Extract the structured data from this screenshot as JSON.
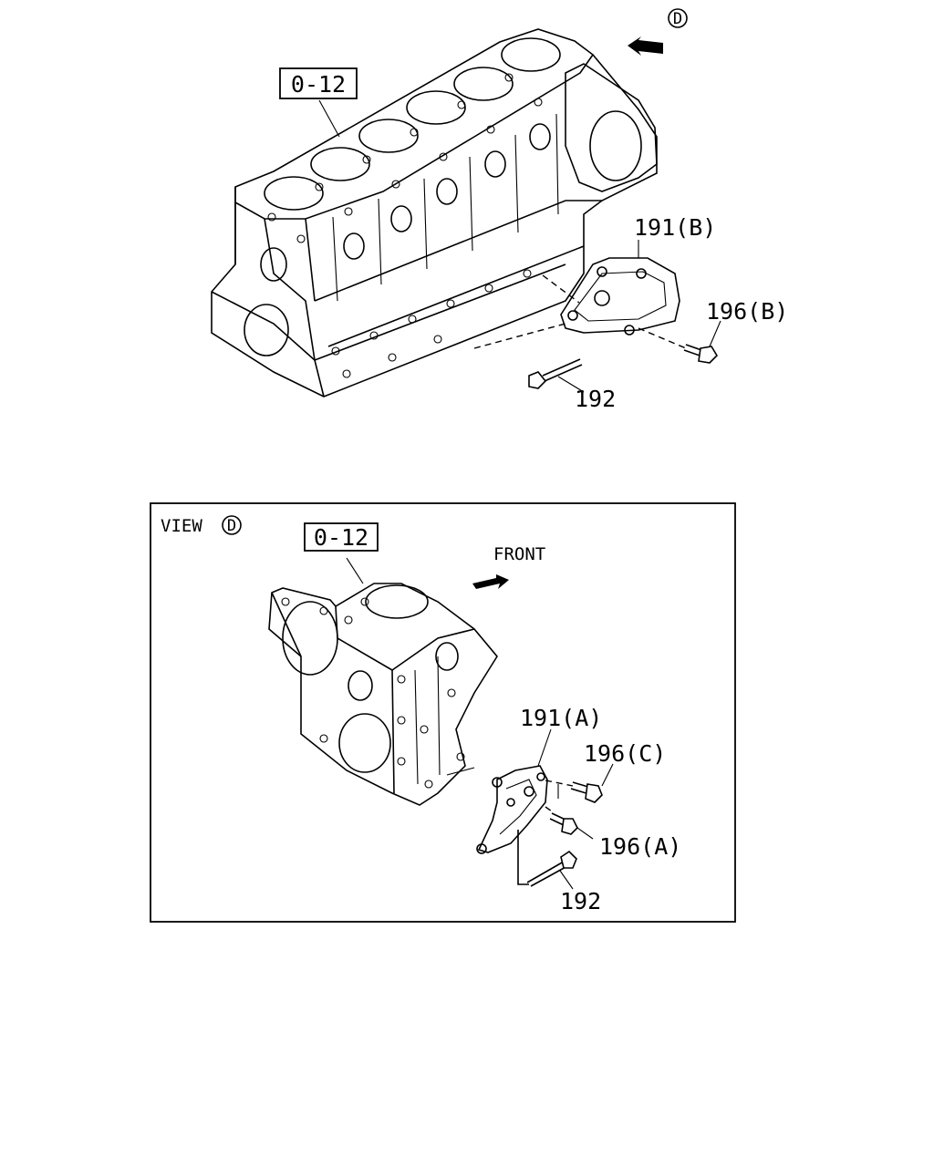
{
  "top_view": {
    "ref_box": "0-12",
    "view_marker": "D",
    "callouts": {
      "bracket": "191(B)",
      "bolt_small": "196(B)",
      "bolt_long": "192"
    }
  },
  "view_d_panel": {
    "title": "VIEW",
    "title_marker": "D",
    "ref_box": "0-12",
    "direction_label": "FRONT",
    "callouts": {
      "bracket": "191(A)",
      "bolt_c": "196(C)",
      "bolt_a": "196(A)",
      "bolt_long": "192"
    }
  },
  "icons": [
    "arrow-icon",
    "arrow-icon"
  ]
}
